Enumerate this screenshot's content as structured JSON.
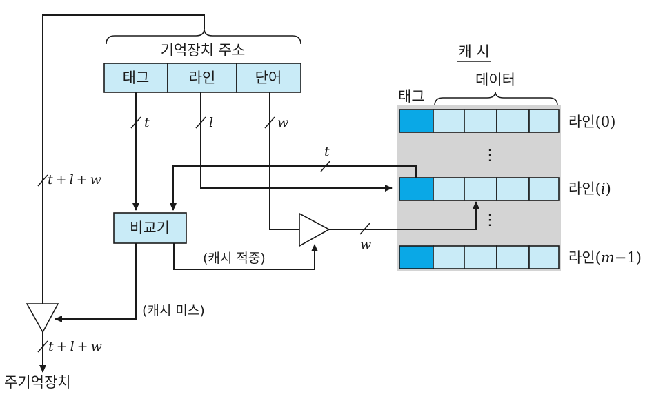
{
  "address": {
    "title": "기억장치 주소",
    "fields": [
      "태그",
      "라인",
      "단어"
    ]
  },
  "cache": {
    "title": "캐 시",
    "tag_label": "태그",
    "data_label": "데이터",
    "rows": [
      {
        "name": "라인",
        "idx": "0"
      },
      {
        "name": "라인",
        "idx": "i"
      },
      {
        "name": "라인",
        "idx": "m",
        "suffix": "−1"
      }
    ],
    "dots": "⋮"
  },
  "bus": {
    "t": "t",
    "l": "l",
    "w": "w",
    "sum": [
      "t",
      "+",
      "l",
      "+",
      "w"
    ]
  },
  "comparator": "비교기",
  "hit_label": "(캐시 적중)",
  "miss_label": "(캐시 미스)",
  "main_memory": "주기억장치",
  "colors": {
    "box_fill": "#c9ebf7",
    "tag_fill": "#0aa8e6",
    "cache_bg": "#d4d4d4",
    "line": "#1a1a1a"
  }
}
